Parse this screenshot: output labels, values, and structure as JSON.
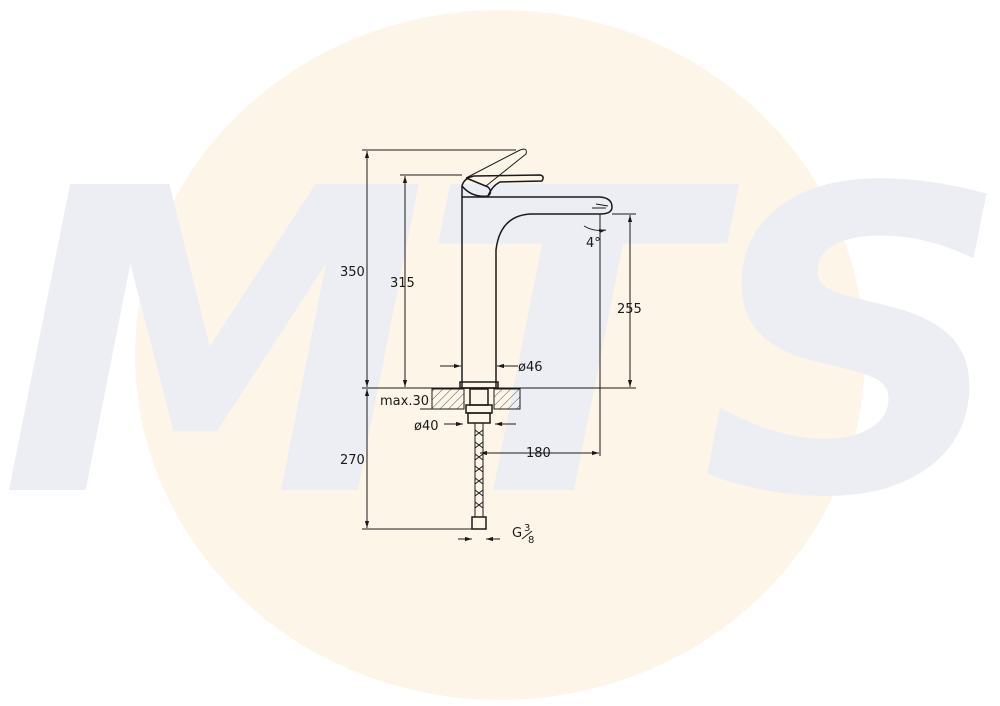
{
  "watermark": {
    "text": "MTS",
    "circle_color": "#fdf6e8",
    "letter_color": "#eceef3"
  },
  "drawing": {
    "stroke_color": "#1a1a1a",
    "hatch_color": "#555555"
  },
  "dimensions": {
    "total_height": "350",
    "body_height": "315",
    "spout_height": "255",
    "body_diameter": "ø46",
    "max_counter_thickness": "max.30",
    "hole_diameter": "ø40",
    "below_counter": "270",
    "spout_reach": "180",
    "spout_angle": "4°",
    "thread_main": "G",
    "thread_num": "3",
    "thread_den": "8"
  }
}
